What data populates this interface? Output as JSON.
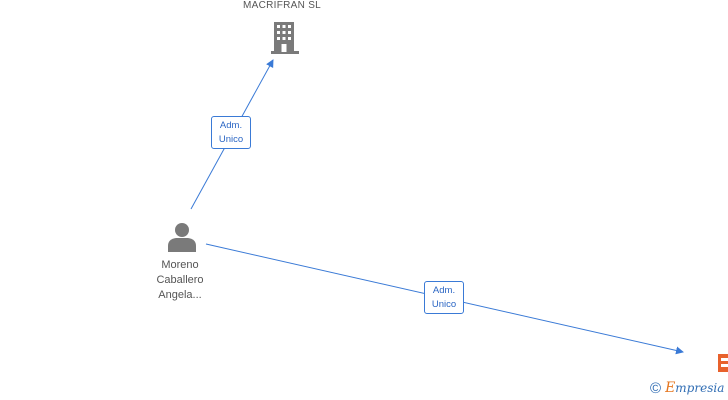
{
  "company": {
    "name": "MACRIFRAN  SL",
    "icon": "building-icon"
  },
  "person": {
    "name_lines": [
      "Moreno",
      "Caballero",
      "Angela..."
    ],
    "icon": "person-icon"
  },
  "edges": [
    {
      "label_lines": [
        "Adm.",
        "Unico"
      ]
    },
    {
      "label_lines": [
        "Adm.",
        "Unico"
      ]
    }
  ],
  "offscreen_node": {
    "icon": "building-icon"
  },
  "watermark": {
    "copyright_symbol": "©",
    "brand_first": "E",
    "brand_rest": "mpresia"
  },
  "colors": {
    "edge": "#3a7ad6",
    "icon_gray": "#7a7a7a",
    "highlight_node": "#e8612c",
    "brand_blue": "#2f6cb3",
    "brand_orange": "#e5761f"
  }
}
